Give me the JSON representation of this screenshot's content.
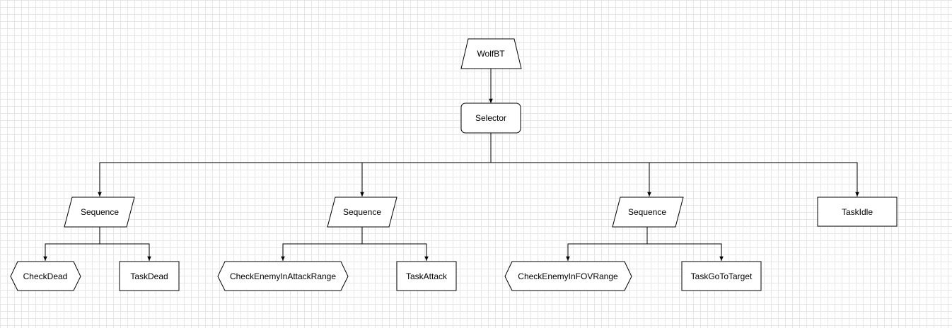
{
  "diagram": {
    "colors": {
      "stroke": "#000000",
      "fill": "#ffffff",
      "grid": "#e6e6e6"
    },
    "nodes": {
      "root": {
        "label": "WolfBT",
        "shape": "trapezoid"
      },
      "selector": {
        "label": "Selector",
        "shape": "rounded-rect"
      },
      "seq_dead": {
        "label": "Sequence",
        "shape": "parallelogram"
      },
      "check_dead": {
        "label": "CheckDead",
        "shape": "hexagon"
      },
      "task_dead": {
        "label": "TaskDead",
        "shape": "rect"
      },
      "seq_attack": {
        "label": "Sequence",
        "shape": "parallelogram"
      },
      "check_attack_range": {
        "label": "CheckEnemyInAttackRange",
        "shape": "hexagon"
      },
      "task_attack": {
        "label": "TaskAttack",
        "shape": "rect"
      },
      "seq_goto": {
        "label": "Sequence",
        "shape": "parallelogram"
      },
      "check_fov_range": {
        "label": "CheckEnemyInFOVRange",
        "shape": "hexagon"
      },
      "task_goto_target": {
        "label": "TaskGoToTarget",
        "shape": "rect"
      },
      "task_idle": {
        "label": "TaskIdle",
        "shape": "rect"
      }
    }
  }
}
